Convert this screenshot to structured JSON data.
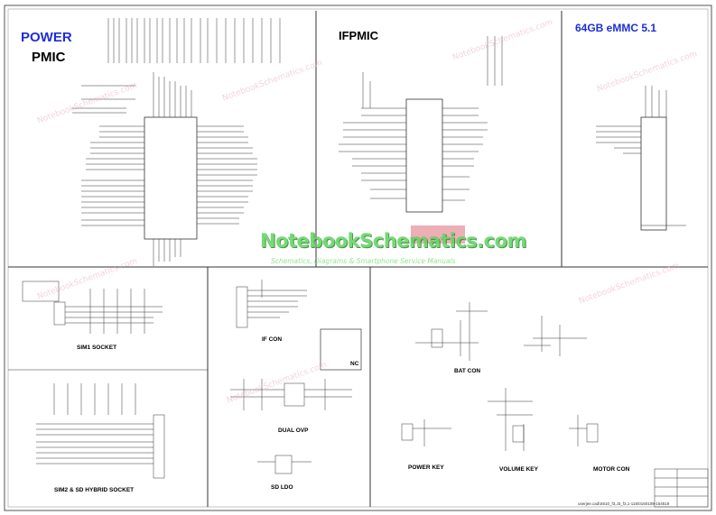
{
  "sections": {
    "power_title": "POWER",
    "pmic_title": "PMIC",
    "ifpmic_title": "IFPMIC",
    "emmc_title": "64GB eMMC 5.1",
    "sim1_socket": "SIM1 SOCKET",
    "sim2_sd": "SIM2 & SD HYBRID SOCKET",
    "if_con": "IF CON",
    "nc": "NC",
    "dual_ovp": "DUAL OVP",
    "sd_ldo": "SD LDO",
    "bat_con": "BAT CON",
    "power_key": "POWER KEY",
    "volume_key": "VOLUME KEY",
    "motor_con": "MOTOR CON"
  },
  "watermark": {
    "logo": "NotebookSchematics.com",
    "tagline": "Schematics, Diagrams & Smartphone Service Manuals",
    "repeat": "NotebookSchematics.com"
  },
  "footer": {
    "path": "userjee.cad\\S610_f3,J3_f3,1-115\\0160109-154519"
  },
  "colors": {
    "line": "#3a3a3a",
    "title_blue": "#1d2fd6",
    "watermark_green": "#5fd35f",
    "watermark_pink": "#e6a7b8"
  }
}
